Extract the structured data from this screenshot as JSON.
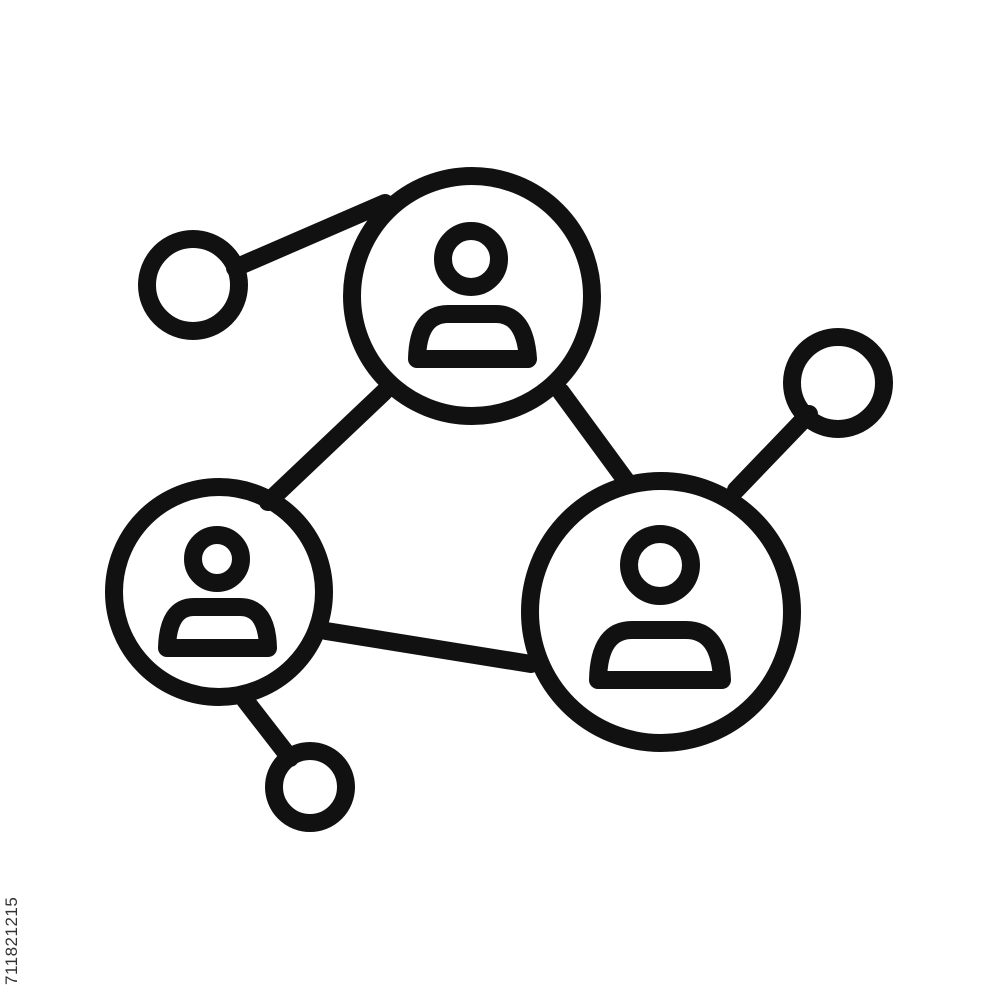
{
  "image": {
    "icon": "social-network-users-icon",
    "stroke_color": "#111111",
    "background_color": "#ffffff",
    "nodes": [
      {
        "role": "user",
        "icon": "user-avatar-icon"
      },
      {
        "role": "user",
        "icon": "user-avatar-icon"
      },
      {
        "role": "user",
        "icon": "user-avatar-icon"
      },
      {
        "role": "endpoint",
        "icon": "small-node-icon"
      },
      {
        "role": "endpoint",
        "icon": "small-node-icon"
      },
      {
        "role": "endpoint",
        "icon": "small-node-icon"
      }
    ]
  },
  "watermark": {
    "stock_id": "711821215"
  }
}
